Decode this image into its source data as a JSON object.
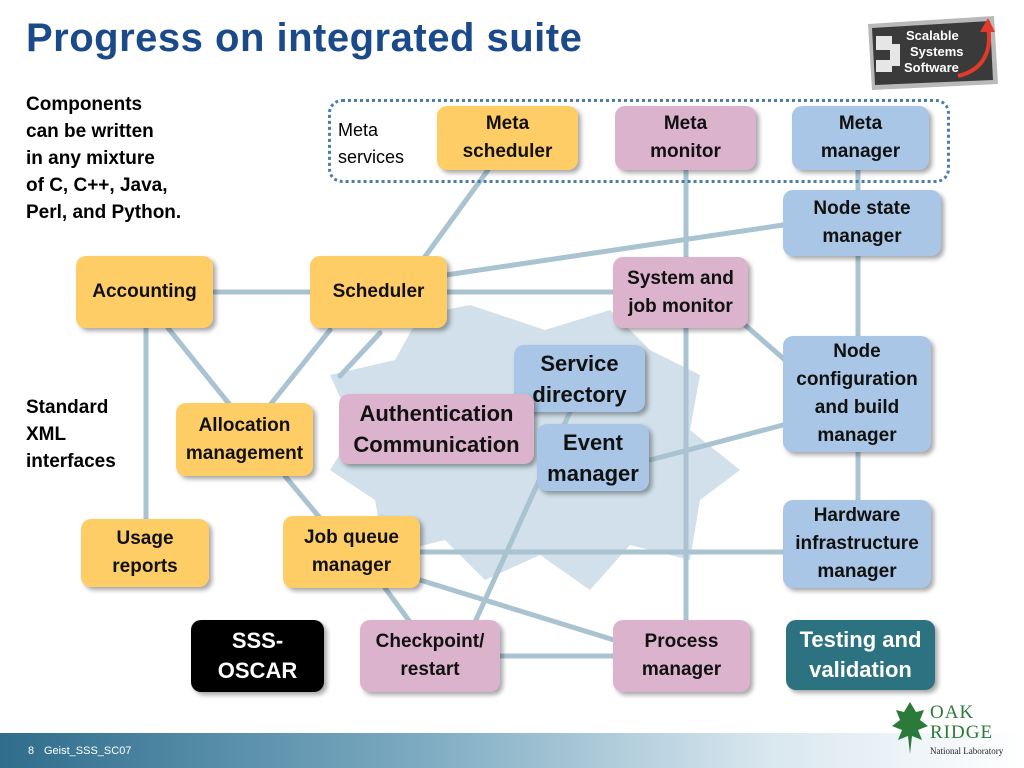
{
  "title": "Progress on integrated suite",
  "notes": {
    "languages": "Components\ncan be written\nin any mixture\nof C, C++, Java,\nPerl, and Python.",
    "xml": "Standard\nXML\ninterfaces"
  },
  "meta_label": "Meta\nservices",
  "components": {
    "meta_scheduler": "Meta\nscheduler",
    "meta_monitor": "Meta\nmonitor",
    "meta_manager": "Meta\nmanager",
    "node_state_manager": "Node state\nmanager",
    "accounting": "Accounting",
    "scheduler": "Scheduler",
    "system_job_monitor": "System and\njob monitor",
    "service_directory": "Service\ndirectory",
    "node_config": "Node\nconfiguration\nand build\nmanager",
    "allocation": "Allocation\nmanagement",
    "authentication": "Authentication\nCommunication",
    "event_manager": "Event\nmanager",
    "usage_reports": "Usage\nreports",
    "job_queue": "Job queue\nmanager",
    "hardware_infra": "Hardware\ninfrastructure\nmanager",
    "sss_oscar": "SSS-\nOSCAR",
    "checkpoint": "Checkpoint/\nrestart",
    "process_manager": "Process\nmanager",
    "testing": "Testing and\nvalidation"
  },
  "logo": {
    "line1": "Scalable",
    "line2": "Systems",
    "line3": "Software"
  },
  "footer": {
    "page": "8",
    "code": "Geist_SSS_SC07"
  },
  "ornl": {
    "oak": "OAK",
    "ridge": "RIDGE",
    "lab": "National Laboratory"
  },
  "colors": {
    "title": "#1b4a8a",
    "yellow": "#ffcd66",
    "pink": "#dcb3cc",
    "blue": "#a9c6e6",
    "teal": "#2d7280",
    "connector": "#a9c3d1",
    "star": "#c9dbe6"
  }
}
